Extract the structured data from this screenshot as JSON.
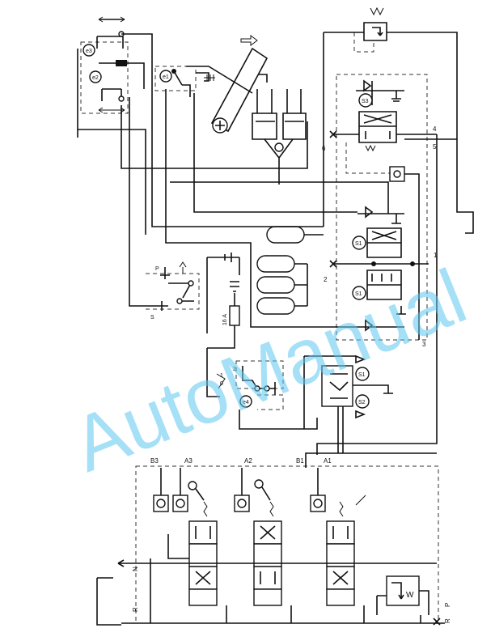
{
  "labels": {
    "b3": "B3",
    "a3": "A3",
    "a2": "A2",
    "b1": "B1",
    "a1": "A1",
    "n": "N",
    "r": "R",
    "p_bottom": "P",
    "r_right": "R",
    "w": "W",
    "p_switch": "P",
    "s_switch": "S",
    "fuse": "16 A",
    "s1_top": "S1",
    "s1_mid": "S1",
    "s1_low": "S1",
    "s2": "S2",
    "s3": "S3",
    "e1": "e1",
    "e2": "e2",
    "e3": "e3",
    "e4": "e4",
    "w4": "4",
    "w5": "5",
    "w6": "6",
    "w1": "1",
    "w2": "2",
    "w3": "3",
    "sw_2": "2",
    "sw_1": "1",
    "sw_0": "0"
  },
  "watermark": {
    "text": "AutoManual",
    "color": "#5ec8f0"
  }
}
